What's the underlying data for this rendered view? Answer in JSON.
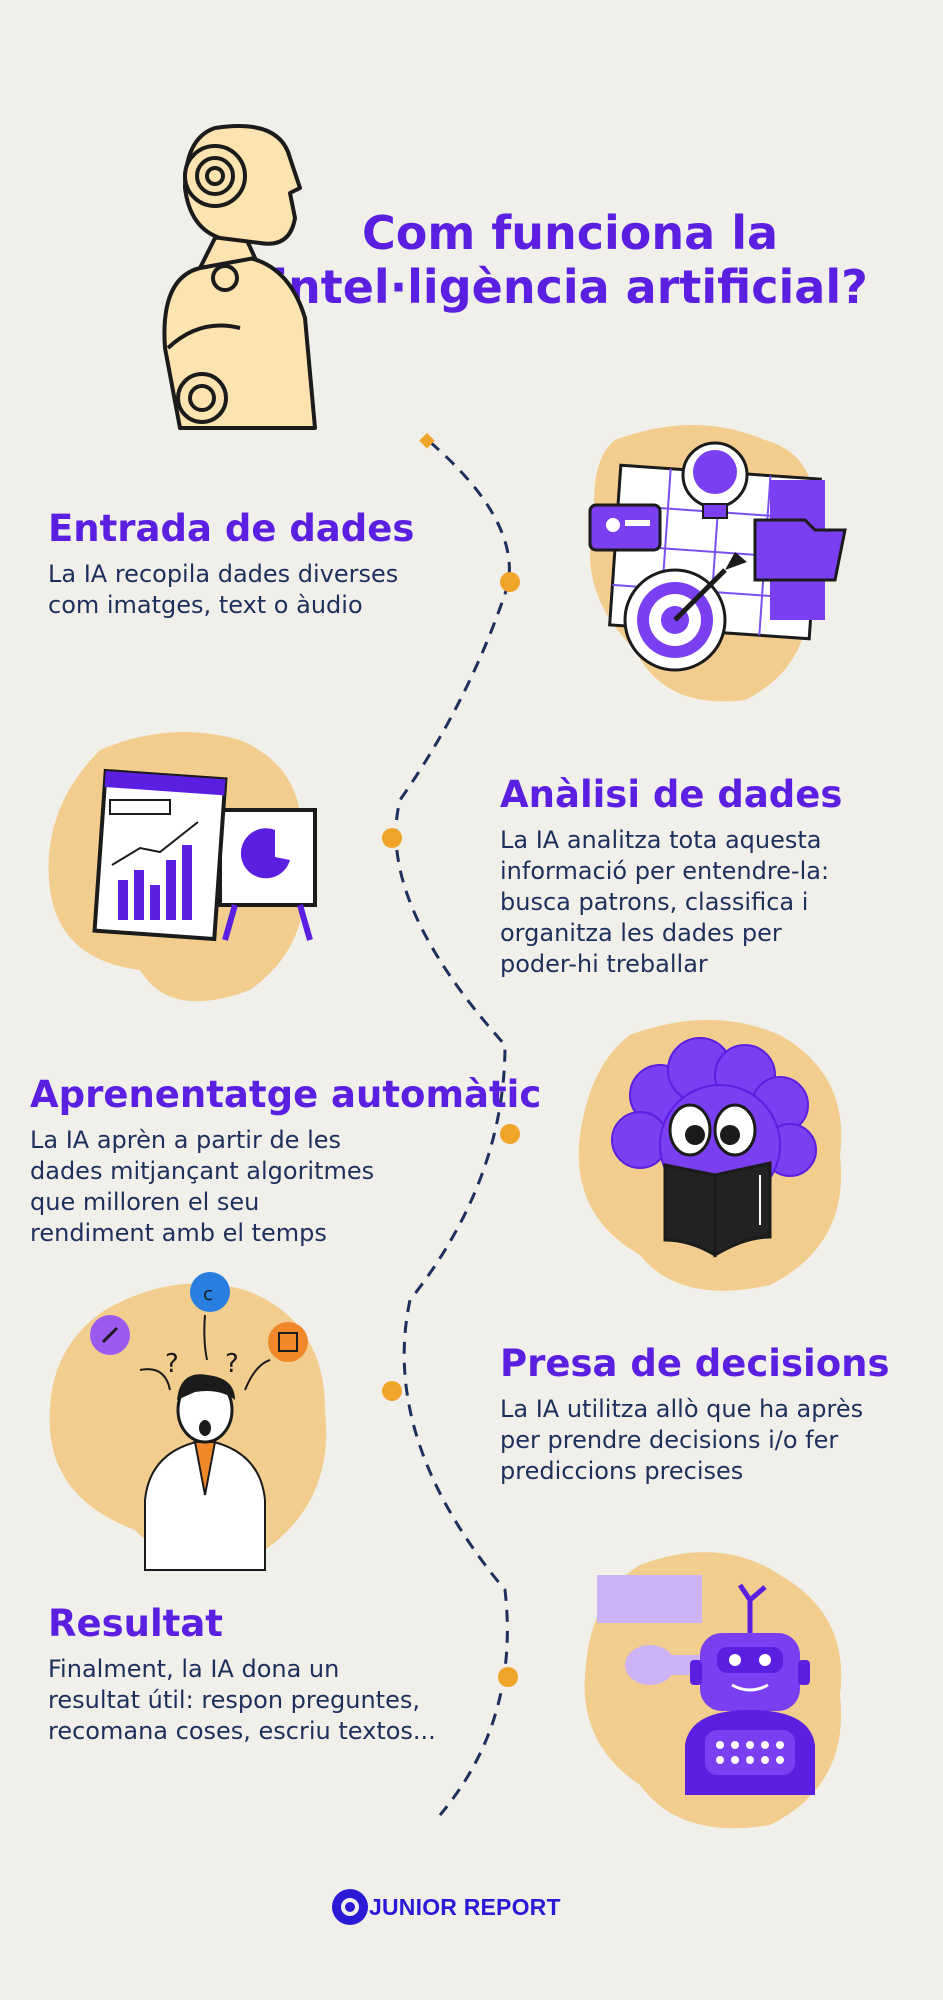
{
  "header": {
    "title_line1": "Com funciona la",
    "title_line2": "intel·ligència artificial?"
  },
  "steps": [
    {
      "title": "Entrada de dades",
      "lines": [
        "La IA recopila dades diverses",
        "com imatges, text o àudio"
      ]
    },
    {
      "title": "Anàlisi de dades",
      "lines": [
        "La IA analitza tota aquesta",
        "informació per entendre-la:",
        "busca patrons, classifica i",
        "organitza les dades per",
        "poder-hi treballar"
      ]
    },
    {
      "title": "Aprenentatge automàtic",
      "lines": [
        "La IA aprèn a partir de les",
        "dades mitjançant algoritmes",
        "que milloren el seu",
        "rendiment amb el temps"
      ]
    },
    {
      "title": "Presa de decisions",
      "lines": [
        "La IA utilitza allò que ha après",
        "per prendre decisions i/o fer",
        "prediccions precises"
      ]
    },
    {
      "title": "Resultat",
      "lines": [
        "Finalment, la IA dona un",
        "resultat útil: respon preguntes,",
        "recomana coses, escriu textos..."
      ]
    }
  ],
  "footer": {
    "logo_text": "JUNIOR REPORT"
  },
  "colors": {
    "background": "#f1efea",
    "accent": "#5a1fe0",
    "blob": "#f2cd8d",
    "dot": "#eea52a",
    "path": "#1d2f5c"
  },
  "icons": [
    "robot-head-icon",
    "data-board-icon",
    "analytics-chart-icon",
    "curly-character-reading-icon",
    "thinking-person-icon",
    "chat-robot-icon",
    "junior-report-logo-icon"
  ]
}
